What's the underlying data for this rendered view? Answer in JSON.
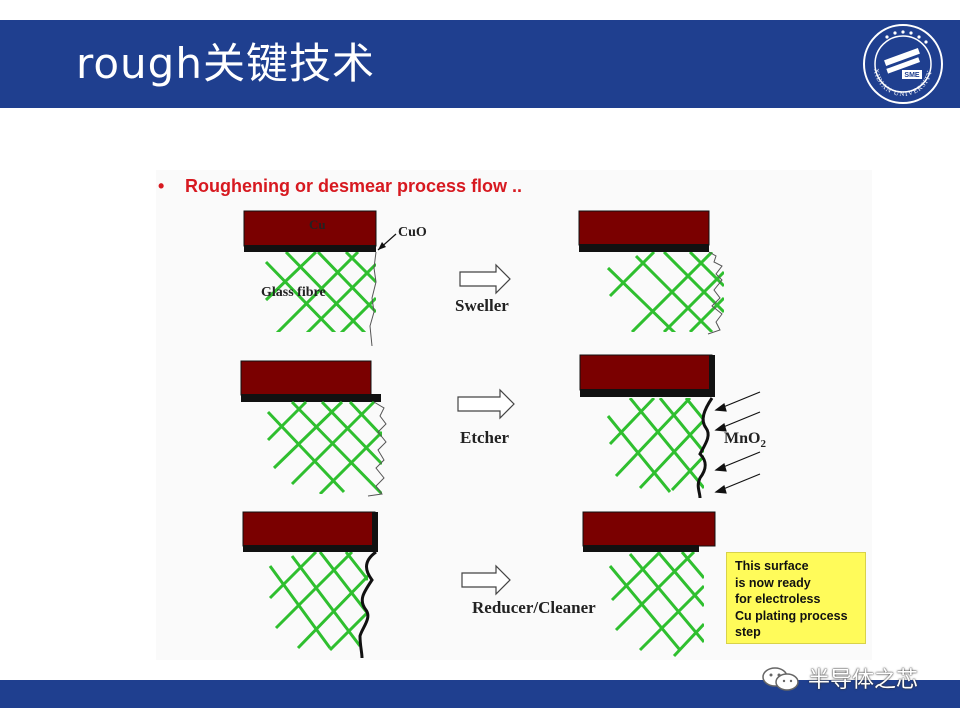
{
  "header": {
    "title": "rough关键技术"
  },
  "logo": {
    "university_text": "XIDIAN UNIVERSITY",
    "mark_text": "SME"
  },
  "diagram": {
    "heading": "Roughening or desmear process flow ..",
    "labels": {
      "cu": "Cu",
      "cuo": "CuO",
      "glass_fibre": "Glass fibre",
      "mno2_base": "MnO",
      "mno2_sub": "2"
    },
    "steps": [
      {
        "name": "Sweller"
      },
      {
        "name": "Etcher"
      },
      {
        "name": "Reducer/Cleaner"
      }
    ],
    "note_lines": [
      "This surface",
      "is now ready",
      "for electroless",
      "Cu plating process",
      "step"
    ],
    "colors": {
      "copper": "#7a0000",
      "oxide": "#111111",
      "fibre": "#2fbf2f",
      "note": "#fffb5a",
      "header": "#1f3f8f",
      "heading": "#d71920"
    }
  },
  "watermark": {
    "text": "半导体之芯"
  }
}
